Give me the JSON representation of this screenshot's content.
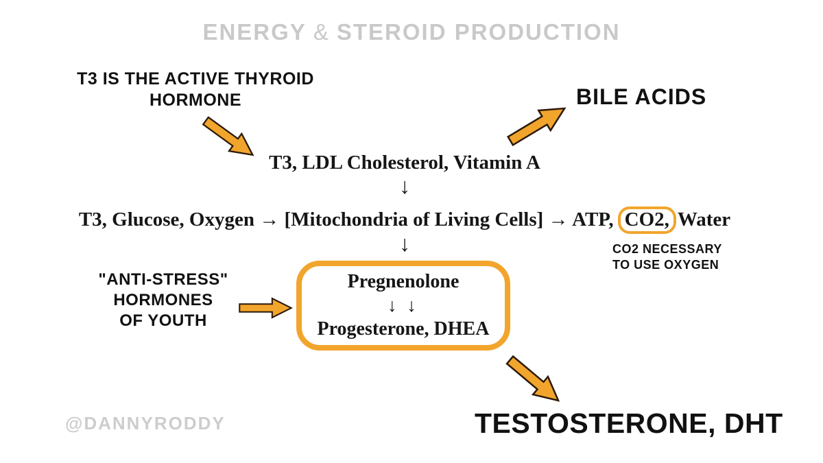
{
  "colors": {
    "accent_orange": "#F2A52C",
    "arrow_outline": "#2B1A0A",
    "title_gray": "#C9C9C9",
    "text_black": "#111111"
  },
  "title": {
    "part1": "ENERGY",
    "amp": "&",
    "part2": "STEROID PRODUCTION"
  },
  "watermark": "@DANNYRODDY",
  "notes": {
    "t3": {
      "line1": "T3 IS THE ACTIVE THYROID",
      "line2": "HORMONE"
    },
    "anti_stress": {
      "line1": "\"ANTI-STRESS\"",
      "line2": "HORMONES",
      "line3": "OF YOUTH"
    },
    "co2": {
      "line1": "CO2 NECESSARY",
      "line2": "TO USE OXYGEN"
    }
  },
  "flow": {
    "inputs_line": "T3, LDL Cholesterol, Vitamin A",
    "down_arrow": "↓",
    "reaction": {
      "pre": "T3, Glucose, Oxygen → [Mitochondria of Living Cells] → ATP,",
      "highlight": "CO2,",
      "post": "Water"
    },
    "box": {
      "top": "Pregnenolone",
      "arrows": "↓ ↓",
      "bottom": "Progesterone, DHEA"
    }
  },
  "outputs": {
    "bile": "BILE ACIDS",
    "testosterone": "TESTOSTERONE, DHT"
  }
}
